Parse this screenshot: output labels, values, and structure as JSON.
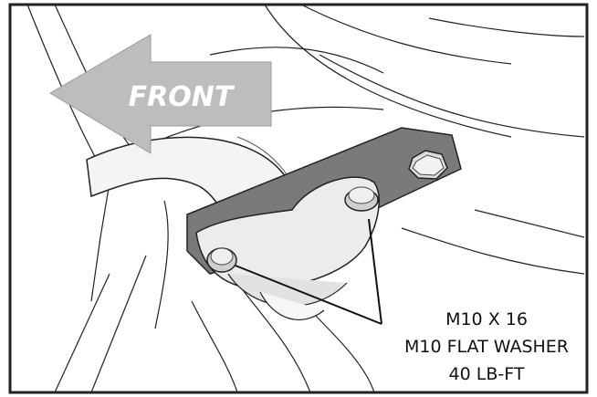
{
  "arrow_label": "FRONT",
  "callout": {
    "lines": [
      "M10 X 16",
      "M10 FLAT WASHER",
      "40 LB-FT"
    ]
  },
  "colors": {
    "arrow_fill": "#bdbdbd",
    "bracket_fill": "#7a7a7a",
    "line": "#111111",
    "background": "#ffffff"
  }
}
